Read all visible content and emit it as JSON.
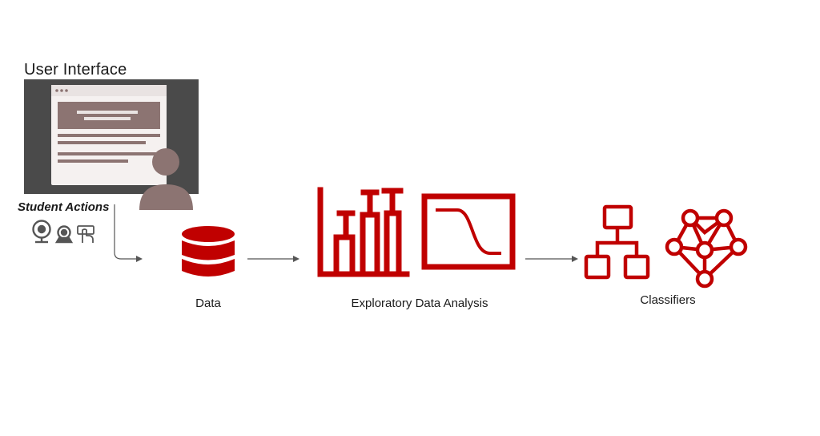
{
  "user_interface": {
    "title": "User Interface"
  },
  "student_actions": {
    "label": "Student Actions",
    "icons": [
      "webcam-icon",
      "camera-icon",
      "touch-hand-icon"
    ]
  },
  "stages": {
    "data": {
      "label": "Data",
      "icon": "database-icon"
    },
    "eda": {
      "label": "Exploratory Data Analysis",
      "icons": [
        "bar-chart-icon",
        "line-chart-icon"
      ]
    },
    "classifiers": {
      "label": "Classifiers",
      "icons": [
        "decision-tree-icon",
        "neural-network-icon"
      ]
    }
  },
  "colors": {
    "accent": "#c00000",
    "screen": "#4a4a4a",
    "window": "#f5f1f0",
    "muted": "#8c7472",
    "arrow": "#555555"
  }
}
